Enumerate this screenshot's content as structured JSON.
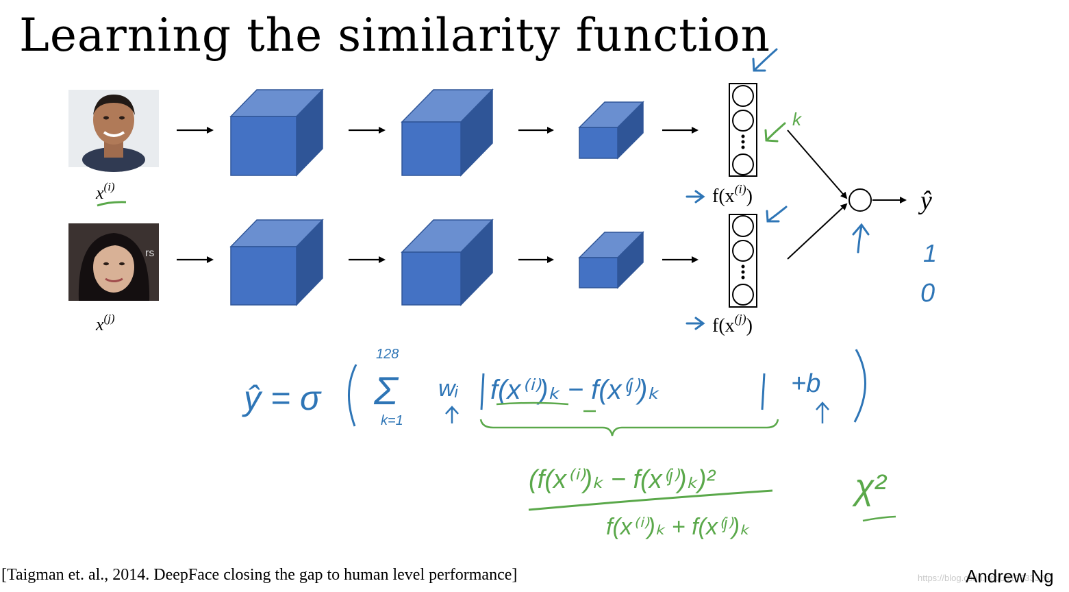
{
  "title": "Learning the similarity function",
  "inputs": [
    {
      "label": "x",
      "superscript": "(i)"
    },
    {
      "label": "x",
      "superscript": "(j)"
    }
  ],
  "encodings": [
    {
      "label": "f(x",
      "superscript": "(i)",
      "close": ")"
    },
    {
      "label": "f(x",
      "superscript": "(j)",
      "close": ")"
    }
  ],
  "output": {
    "label": "ŷ"
  },
  "annotations": {
    "k": "k",
    "one": "1",
    "zero": "0",
    "chi_squared": "χ²",
    "formula_lhs": "ŷ = σ",
    "sum_upper": "128",
    "sum_lower": "k=1",
    "sigma": "Σ",
    "weight": "wᵢ",
    "abs_diff": "f(x⁽ⁱ⁾)ₖ − f(x⁽ʲ⁾)ₖ",
    "plus_b": "+b",
    "numerator": "(f(x⁽ⁱ⁾)ₖ − f(x⁽ʲ⁾)ₖ)²",
    "denominator": "f(x⁽ⁱ⁾)ₖ + f(x⁽ʲ⁾)ₖ"
  },
  "citation": "[Taigman et. al., 2014. DeepFace closing the gap to human level performance]",
  "author": "Andrew Ng",
  "watermark": "https://blog.csdn.net/u013733326",
  "colors": {
    "cube_front": "#4472c4",
    "cube_top": "#6a8fd0",
    "cube_side": "#2f5597",
    "ink_blue": "#2e75b6",
    "ink_green": "#5aa84a"
  }
}
